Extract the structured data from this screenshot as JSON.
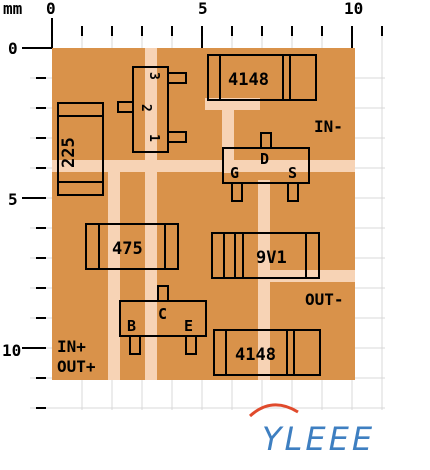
{
  "ruler": {
    "unit": "mm",
    "x_labels": [
      "0",
      "5",
      "10"
    ],
    "y_labels": [
      "0",
      "5",
      "10"
    ]
  },
  "board": {
    "color": "#D9924A",
    "trace_color": "#F7D3B5"
  },
  "components": {
    "q1": {
      "pins": [
        "3",
        "2",
        "1"
      ]
    },
    "d1": {
      "label": "4148"
    },
    "c1": {
      "label": "225"
    },
    "q2": {
      "pins": [
        "G",
        "D",
        "S"
      ]
    },
    "r1": {
      "label": "475"
    },
    "z1": {
      "label": "9V1"
    },
    "q3": {
      "pins": [
        "B",
        "C",
        "E"
      ]
    },
    "d2": {
      "label": "4148"
    }
  },
  "nets": {
    "in_minus": "IN-",
    "out_minus": "OUT-",
    "in_plus": "IN+",
    "out_plus": "OUT+"
  },
  "logo": {
    "text": "YLEEE",
    "color": "#3E7FC1",
    "arc_color": "#E04A2C"
  }
}
